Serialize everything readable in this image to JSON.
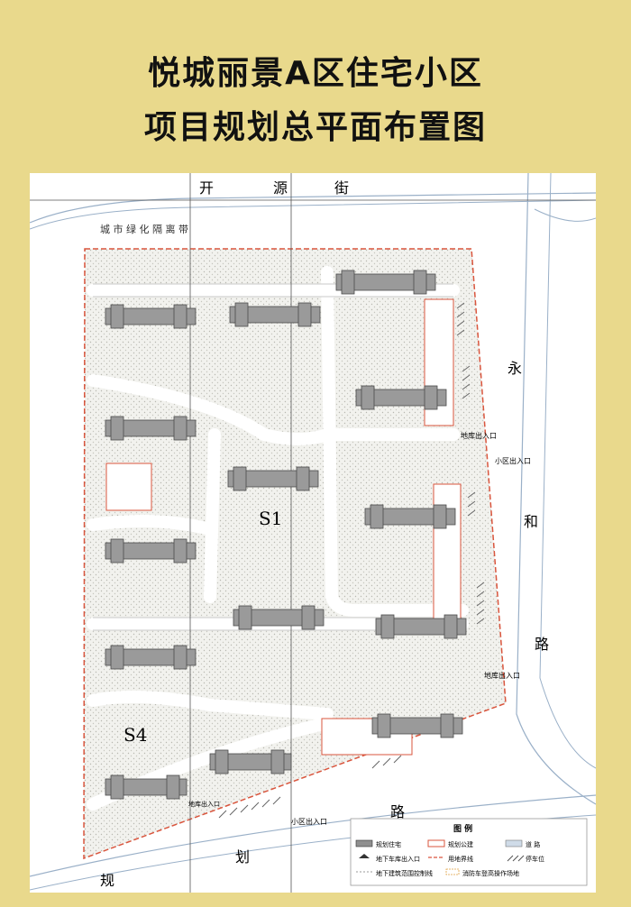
{
  "title": {
    "line1": "悦城丽景A区住宅小区",
    "line2": "项目规划总平面布置图"
  },
  "roads": {
    "north": [
      "开",
      "源",
      "街"
    ],
    "green_belt": "城 市 绿 化 隔 离 带",
    "east": [
      "永",
      "和",
      "路"
    ],
    "south_road": [
      "路",
      "划",
      "规"
    ]
  },
  "zones": {
    "s1": "S1",
    "s4": "S4"
  },
  "entrances": {
    "community_east": "小区出入口",
    "community_south": "小区出入口",
    "garage_east_1": "地库出入口",
    "garage_east_2": "地库出入口",
    "garage_south": "地库出入口"
  },
  "legend": {
    "title": "图 例",
    "items": [
      "规划住宅",
      "规划公建",
      "道 路",
      "地下车库出入口",
      "用地界线",
      "停车位",
      "地下建筑范围控制线",
      "消防车登高操作场地"
    ]
  },
  "colors": {
    "background": "#e9d98c",
    "boundary": "#d9553d",
    "road_fill": "#ffffff",
    "hatch": "#cfcfcf",
    "building": "#8f8f8f"
  }
}
